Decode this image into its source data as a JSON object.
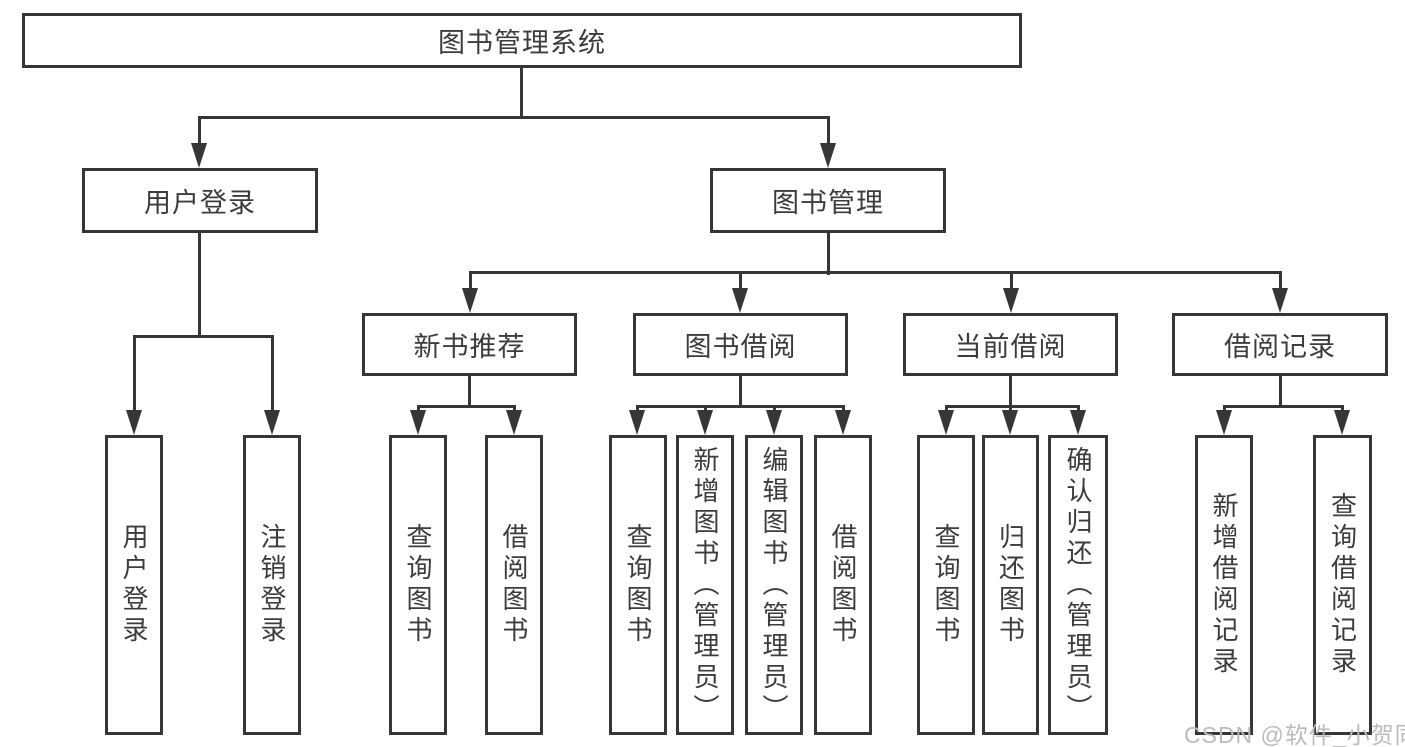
{
  "diagram": {
    "type": "tree",
    "colors": {
      "line": "#363636",
      "box_border": "#363636",
      "text": "#3c3c3c",
      "watermark": "#bbbbbb",
      "background": "#ffffff"
    }
  },
  "tree": {
    "root": {
      "label": "图书管理系统"
    },
    "user_login": {
      "label": "用户登录",
      "children": [
        {
          "label": "用户登录"
        },
        {
          "label": "注销登录"
        }
      ]
    },
    "book_management": {
      "label": "图书管理",
      "sections": [
        {
          "label": "新书推荐",
          "children": [
            {
              "label": "查询图书"
            },
            {
              "label": "借阅图书"
            }
          ]
        },
        {
          "label": "图书借阅",
          "children": [
            {
              "label": "查询图书"
            },
            {
              "label": "新增图书（管理员）"
            },
            {
              "label": "编辑图书（管理员）"
            },
            {
              "label": "借阅图书"
            }
          ]
        },
        {
          "label": "当前借阅",
          "children": [
            {
              "label": "查询图书"
            },
            {
              "label": "归还图书"
            },
            {
              "label": "确认归还（管理员）"
            }
          ]
        },
        {
          "label": "借阅记录",
          "children": [
            {
              "label": "新增借阅记录"
            },
            {
              "label": "查询借阅记录"
            }
          ]
        }
      ]
    }
  },
  "watermark": {
    "text": "CSDN @软件_小贺同学"
  }
}
